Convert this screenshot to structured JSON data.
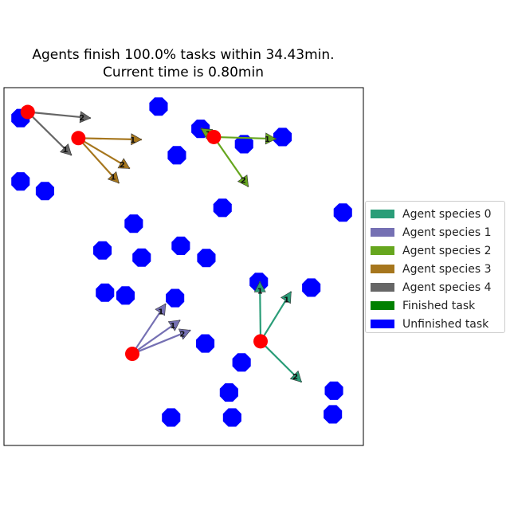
{
  "title_line1": "Agents finish 100.0% tasks within 34.43min.",
  "title_line2": "Current time is 0.80min",
  "chart_data": {
    "type": "scatter",
    "xlim": [
      0,
      1
    ],
    "ylim": [
      0,
      1
    ],
    "grid": false,
    "legend_position": "right",
    "colors": {
      "species": [
        "#2a9d78",
        "#7570b3",
        "#66a61e",
        "#a6761d",
        "#666666"
      ],
      "finished_task": "#008000",
      "unfinished_task": "#0000ff",
      "agent": "#ff0000"
    },
    "legend": [
      {
        "label": "Agent species 0",
        "color": "#2a9d78"
      },
      {
        "label": "Agent species 1",
        "color": "#7570b3"
      },
      {
        "label": "Agent species 2",
        "color": "#66a61e"
      },
      {
        "label": "Agent species 3",
        "color": "#a6761d"
      },
      {
        "label": "Agent species 4",
        "color": "#666666"
      },
      {
        "label": "Finished task",
        "color": "#008000"
      },
      {
        "label": "Unfinished task",
        "color": "#0000ff"
      }
    ],
    "tasks": [
      {
        "x": 0.43,
        "y": 0.947
      },
      {
        "x": 0.046,
        "y": 0.915
      },
      {
        "x": 0.547,
        "y": 0.885
      },
      {
        "x": 0.775,
        "y": 0.862
      },
      {
        "x": 0.668,
        "y": 0.842
      },
      {
        "x": 0.481,
        "y": 0.811
      },
      {
        "x": 0.046,
        "y": 0.738
      },
      {
        "x": 0.114,
        "y": 0.711
      },
      {
        "x": 0.608,
        "y": 0.664
      },
      {
        "x": 0.943,
        "y": 0.651
      },
      {
        "x": 0.361,
        "y": 0.62
      },
      {
        "x": 0.274,
        "y": 0.545
      },
      {
        "x": 0.492,
        "y": 0.558
      },
      {
        "x": 0.383,
        "y": 0.525
      },
      {
        "x": 0.563,
        "y": 0.524
      },
      {
        "x": 0.709,
        "y": 0.457
      },
      {
        "x": 0.855,
        "y": 0.441
      },
      {
        "x": 0.281,
        "y": 0.427
      },
      {
        "x": 0.338,
        "y": 0.419
      },
      {
        "x": 0.476,
        "y": 0.412
      },
      {
        "x": 0.56,
        "y": 0.285
      },
      {
        "x": 0.661,
        "y": 0.232
      },
      {
        "x": 0.626,
        "y": 0.148
      },
      {
        "x": 0.918,
        "y": 0.153
      },
      {
        "x": 0.915,
        "y": 0.087
      },
      {
        "x": 0.465,
        "y": 0.078
      },
      {
        "x": 0.635,
        "y": 0.078
      }
    ],
    "agents": [
      {
        "species": 4,
        "x": 0.066,
        "y": 0.932,
        "targets": [
          {
            "label": "2",
            "x": 0.241,
            "y": 0.915
          },
          {
            "label": "1",
            "x": 0.188,
            "y": 0.811
          }
        ]
      },
      {
        "species": 3,
        "x": 0.207,
        "y": 0.859,
        "targets": [
          {
            "label": "1",
            "x": 0.383,
            "y": 0.855
          },
          {
            "label": "2",
            "x": 0.35,
            "y": 0.774
          },
          {
            "label": "1",
            "x": 0.32,
            "y": 0.733
          }
        ]
      },
      {
        "species": 2,
        "x": 0.584,
        "y": 0.862,
        "targets": [
          {
            "label": "1",
            "x": 0.548,
            "y": 0.886
          },
          {
            "label": "1",
            "x": 0.757,
            "y": 0.857
          },
          {
            "label": "2",
            "x": 0.68,
            "y": 0.723
          }
        ]
      },
      {
        "species": 1,
        "x": 0.357,
        "y": 0.256,
        "targets": [
          {
            "label": "1",
            "x": 0.45,
            "y": 0.396
          },
          {
            "label": "1",
            "x": 0.49,
            "y": 0.35
          },
          {
            "label": "2",
            "x": 0.519,
            "y": 0.322
          }
        ]
      },
      {
        "species": 0,
        "x": 0.714,
        "y": 0.291,
        "targets": [
          {
            "label": "1",
            "x": 0.712,
            "y": 0.458
          },
          {
            "label": "1",
            "x": 0.799,
            "y": 0.43
          },
          {
            "label": "2",
            "x": 0.828,
            "y": 0.177
          }
        ]
      }
    ]
  }
}
